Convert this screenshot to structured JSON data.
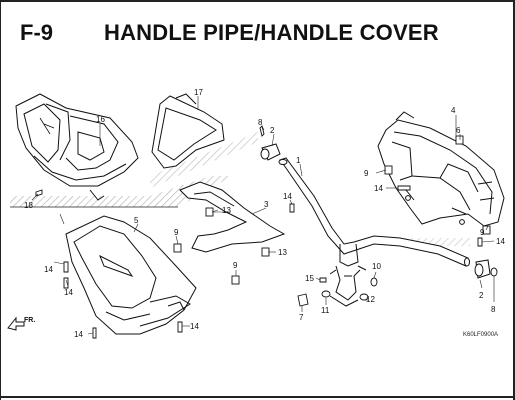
{
  "header": {
    "ref_code": "F-9",
    "title": "HANDLE PIPE/HANDLE COVER"
  },
  "diagram": {
    "labels": {
      "l1": "1",
      "l2a": "2",
      "l2b": "2",
      "l3": "3",
      "l4": "4",
      "l5": "5",
      "l6": "6",
      "l7": "7",
      "l8a": "8",
      "l8b": "8",
      "l9a": "9",
      "l9b": "9",
      "l9c": "9",
      "l9d": "9",
      "l10": "10",
      "l11": "11",
      "l12": "12",
      "l13a": "13",
      "l13b": "13",
      "l14a": "14",
      "l14b": "14",
      "l14c": "14",
      "l14d": "14",
      "l14e": "14",
      "l14f": "14",
      "l14g": "14",
      "l15": "15",
      "l16": "16",
      "l17": "17",
      "l18": "18"
    },
    "direction_mark": "FR.",
    "figure_code": "K60LF0900A"
  },
  "colors": {
    "ink": "#111111",
    "hatch": "#9a9a9a",
    "background": "#ffffff"
  }
}
